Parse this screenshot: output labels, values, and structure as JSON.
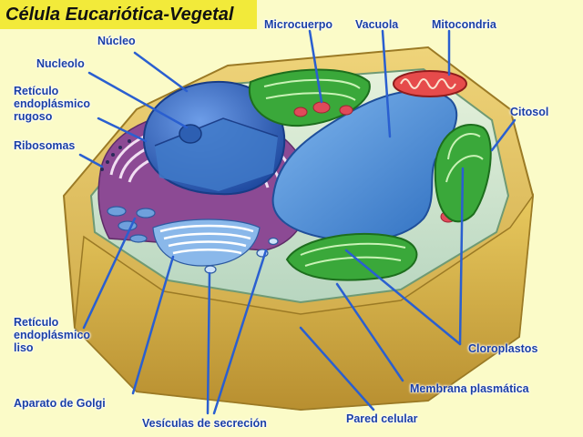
{
  "title": "Célula Eucariótica-Vegetal",
  "labels": {
    "nucleo": "Núcleo",
    "nucleolo": "Nucleolo",
    "ret_rugoso": "Retículo\nendoplásmico\nrugoso",
    "ribosomas": "Ribosomas",
    "microcuerpo": "Microcuerpo",
    "vacuola": "Vacuola",
    "mitocondria": "Mitocondria",
    "citosol": "Citosol",
    "ret_liso": "Retículo\nendoplásmico\nliso",
    "golgi": "Aparato de Golgi",
    "vesiculas": "Vesículas de secreción",
    "pared": "Pared celular",
    "membrana": "Membrana plasmática",
    "cloroplastos": "Cloroplastos"
  },
  "colors": {
    "background": "#fbfbc8",
    "title_bg": "#f2ea3a",
    "label_text": "#1a3fa6",
    "pointer_line": "#2a5fd0",
    "cell_wall": "#e3c25a",
    "cytosol": "#d7ead0",
    "nucleus": "#3d6fc4",
    "er_rough": "#9a4f9a",
    "golgi": "#5a8fd0",
    "vacuole": "#4c8fd8",
    "chloroplast": "#3aa83a",
    "mitochondria": "#d23a3a",
    "microbody": "#e04a5a"
  }
}
